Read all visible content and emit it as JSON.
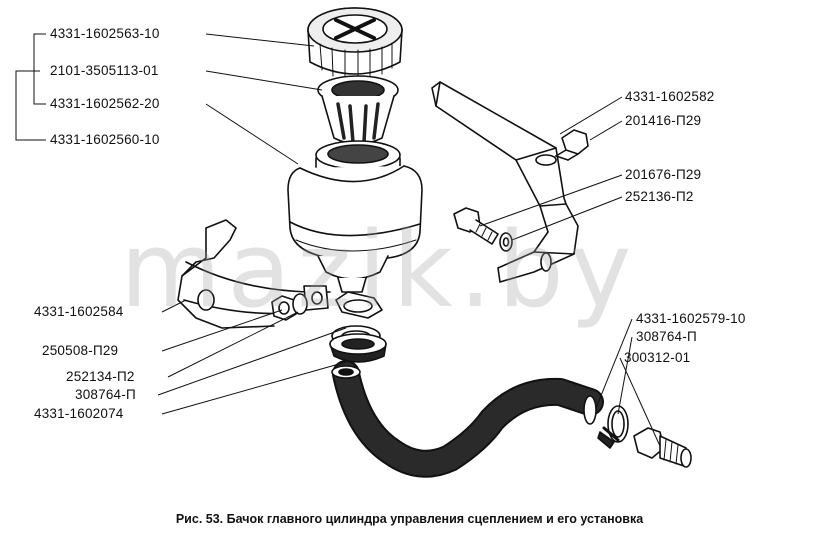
{
  "watermark": "mazik.by",
  "caption": "Рис. 53. Бачок главного цилиндра управления сцеплением и его установка",
  "labels": {
    "l1": "4331-1602563-10",
    "l2": "2101-3505113-01",
    "l3": "4331-1602562-20",
    "l4": "4331-1602560-10",
    "r1": "4331-1602582",
    "r2": "201416-П29",
    "r3": "201676-П29",
    "r4": "252136-П2",
    "bl1": "4331-1602584",
    "bl2": "250508-П29",
    "bl3": "252134-П2",
    "bl4": "308764-П",
    "bl5": "4331-1602074",
    "br1": "4331-1602579-10",
    "br2": "308764-П",
    "br3": "300312-01"
  },
  "colors": {
    "ink": "#111111",
    "paper": "#ffffff"
  }
}
